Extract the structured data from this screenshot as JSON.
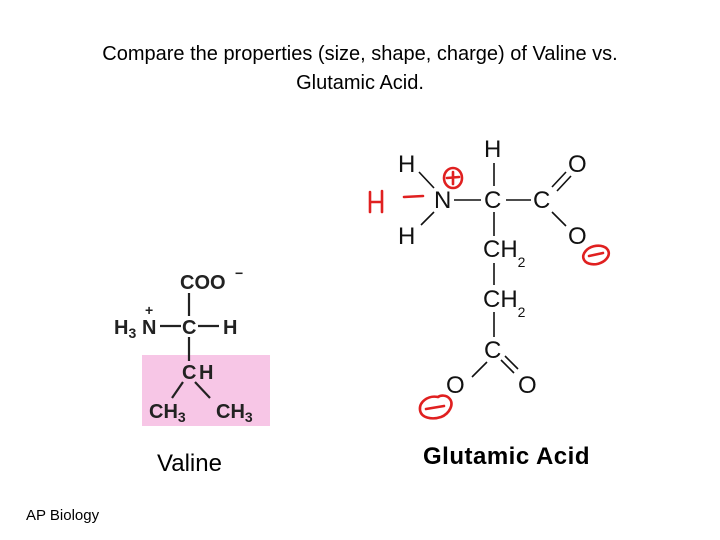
{
  "title": {
    "line1": "Compare the properties (size, shape, charge) of Valine vs.",
    "line2": "Glutamic Acid."
  },
  "valine": {
    "caption": "Valine",
    "coo": "COO",
    "coo_charge": "−",
    "h3": "H",
    "h3_sub": "3",
    "n": "N",
    "n_charge": "+",
    "alpha_c": "C",
    "alpha_h": "H",
    "side_ch_c": "C",
    "side_ch_h": "H",
    "ch3_left": "CH",
    "ch3_left_sub": "3",
    "ch3_right": "CH",
    "ch3_right_sub": "3",
    "side_chain_color": "#f7c6e6"
  },
  "glutamic_acid": {
    "caption": "Glutamic Acid",
    "h_top_left": "H",
    "h_top": "H",
    "o_top_right": "O",
    "n": "N",
    "alpha_c": "C",
    "carboxyl_c": "C",
    "h_bottom_left": "H",
    "o_right": "O",
    "ch2_1": "CH",
    "ch2_1_sub": "2",
    "ch2_2": "CH",
    "ch2_2_sub": "2",
    "side_c": "C",
    "o_bottom_left": "O",
    "o_bottom_right": "O",
    "annotation_h": "H",
    "annotation_color": "#e02020"
  },
  "footer": "AP Biology"
}
